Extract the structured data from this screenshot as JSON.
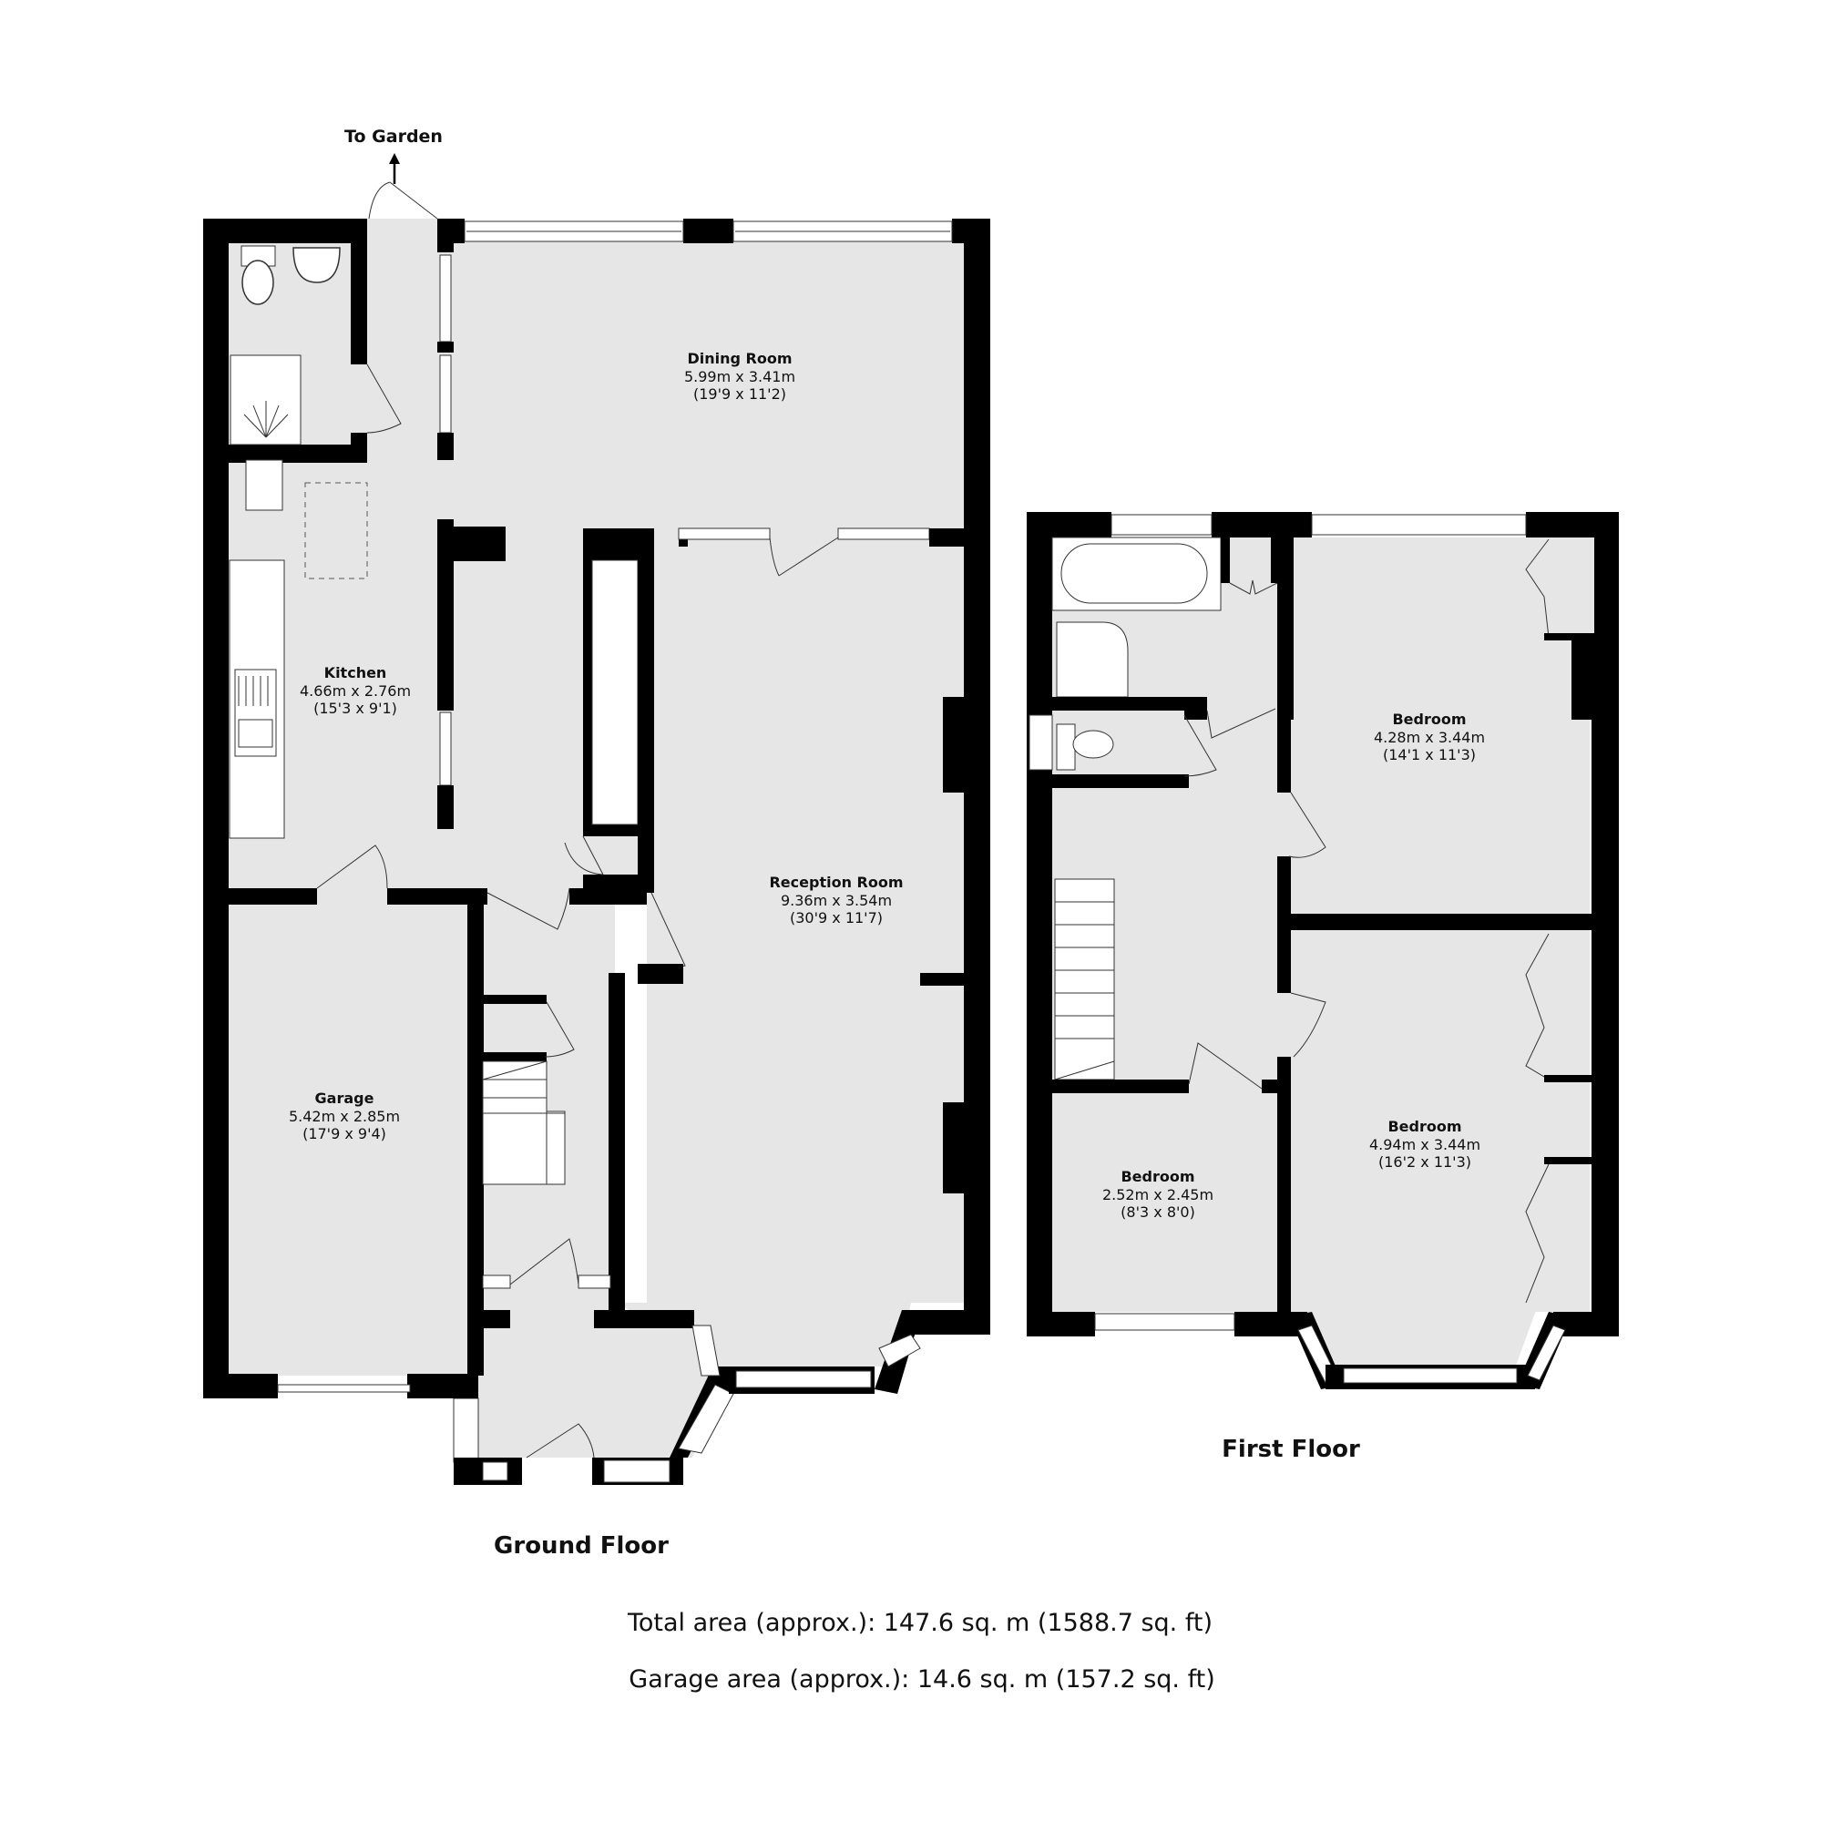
{
  "garden_label": "To Garden",
  "ground_floor": {
    "title": "Ground Floor",
    "rooms": [
      {
        "name": "Dining Room",
        "metric": "5.99m x 3.41m",
        "imperial": "(19'9 x 11'2)"
      },
      {
        "name": "Kitchen",
        "metric": "4.66m x 2.76m",
        "imperial": "(15'3 x 9'1)"
      },
      {
        "name": "Reception Room",
        "metric": "9.36m x 3.54m",
        "imperial": "(30'9 x 11'7)"
      },
      {
        "name": "Garage",
        "metric": "5.42m x 2.85m",
        "imperial": "(17'9 x 9'4)"
      }
    ]
  },
  "first_floor": {
    "title": "First Floor",
    "rooms": [
      {
        "name": "Bedroom",
        "metric": "4.28m x 3.44m",
        "imperial": "(14'1 x 11'3)"
      },
      {
        "name": "Bedroom",
        "metric": "4.94m x 3.44m",
        "imperial": "(16'2 x 11'3)"
      },
      {
        "name": "Bedroom",
        "metric": "2.52m x 2.45m",
        "imperial": "(8'3 x 8'0)"
      }
    ]
  },
  "areas": {
    "total": "Total area (approx.): 147.6 sq. m (1588.7 sq. ft)",
    "garage": "Garage area (approx.): 14.6 sq. m (157.2 sq. ft)"
  },
  "colors": {
    "wall": "#000000",
    "floor": "#e6e6e6",
    "fixture": "#ffffff",
    "line": "#333333"
  }
}
